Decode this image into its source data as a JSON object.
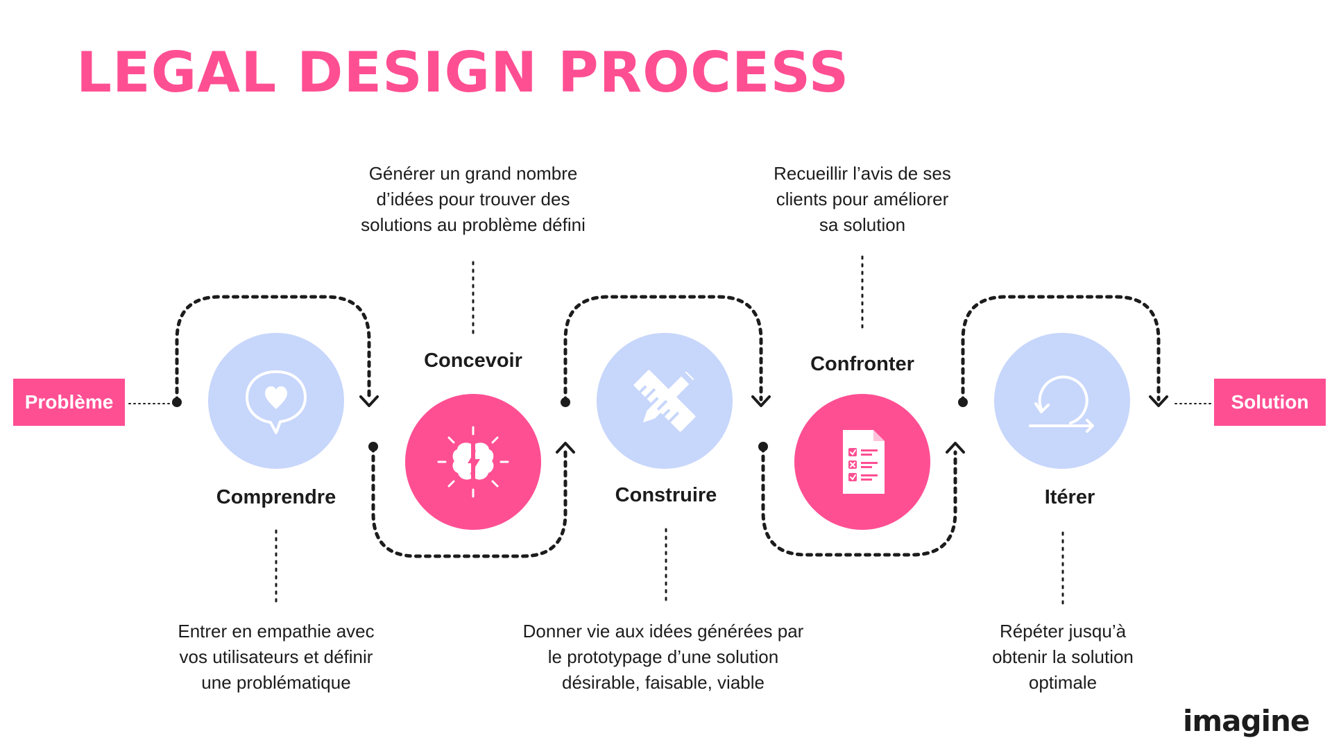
{
  "title": "LEGAL DESIGN PROCESS",
  "endpoints": {
    "start": "Problème",
    "end": "Solution"
  },
  "steps": [
    {
      "label": "Comprendre",
      "icon": "heart-speech-bubble-icon",
      "description": [
        "Entrer en empathie avec",
        "vos utilisateurs et définir",
        "une problématique"
      ]
    },
    {
      "label": "Concevoir",
      "icon": "brain-lightning-icon",
      "description": [
        "Générer un grand nombre",
        "d’idées pour trouver des",
        "solutions au problème défini"
      ]
    },
    {
      "label": "Construire",
      "icon": "ruler-pencil-icon",
      "description": [
        "Donner vie aux idées générées par",
        "le prototypage d’une solution",
        "désirable, faisable, viable"
      ]
    },
    {
      "label": "Confronter",
      "icon": "checklist-document-icon",
      "description": [
        "Recueillir l’avis de ses",
        "clients pour améliorer",
        "sa solution"
      ]
    },
    {
      "label": "Itérer",
      "icon": "iteration-loop-icon",
      "description": [
        "Répéter jusqu’à",
        "obtenir la solution",
        "optimale"
      ]
    }
  ],
  "brand": "imagine",
  "colors": {
    "accent": "#ff4f93",
    "light_blue": "#c7d6fb",
    "text": "#1c1c1c",
    "background": "#ffffff"
  }
}
